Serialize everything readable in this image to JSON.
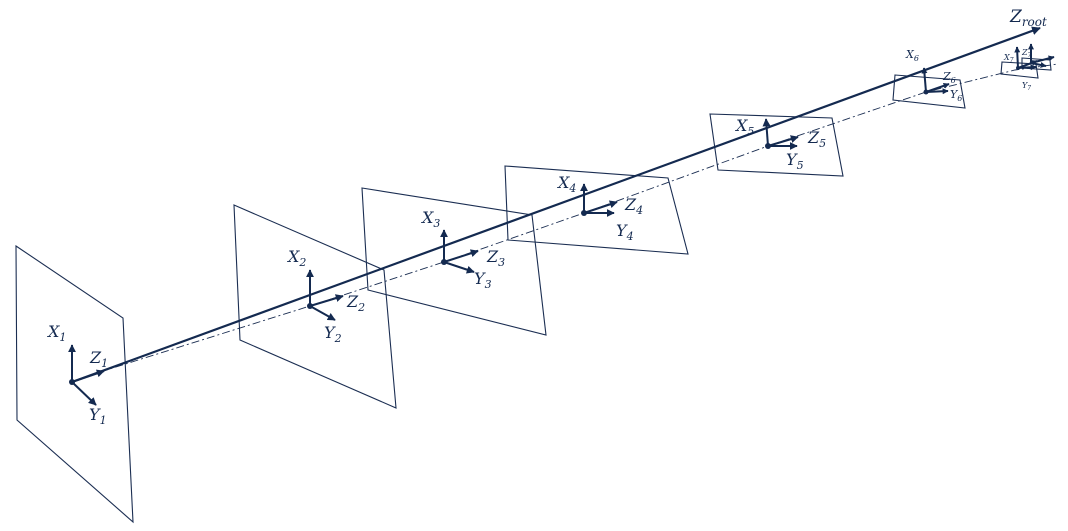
{
  "colors": {
    "stroke": "#142a50"
  },
  "root_axis": {
    "name": "Z",
    "sub": "root"
  },
  "frames": [
    {
      "x_name": "X",
      "y_name": "Y",
      "z_name": "Z",
      "index": "1"
    },
    {
      "x_name": "X",
      "y_name": "Y",
      "z_name": "Z",
      "index": "2"
    },
    {
      "x_name": "X",
      "y_name": "Y",
      "z_name": "Z",
      "index": "3"
    },
    {
      "x_name": "X",
      "y_name": "Y",
      "z_name": "Z",
      "index": "4"
    },
    {
      "x_name": "X",
      "y_name": "Y",
      "z_name": "Z",
      "index": "5"
    },
    {
      "x_name": "X",
      "y_name": "Y",
      "z_name": "Z",
      "index": "6"
    },
    {
      "x_name": "X",
      "y_name": "Y",
      "z_name": "Z",
      "index": "7"
    }
  ]
}
